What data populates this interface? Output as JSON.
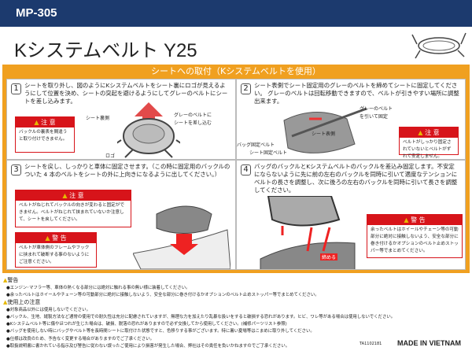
{
  "header": {
    "model": "MP-305",
    "title": "Kシステムベルト Y25"
  },
  "section": {
    "title": "シートへの取付（Kシステムベルトを使用）"
  },
  "steps": [
    {
      "num": "1",
      "text": "シートを取り外し、図のようにKシステムベルトをシート裏にロゴが見えるようにして位置を決め、シートの突起を避けるようにしてグレーのベルトにシートを差し込みます。",
      "labels": [
        "シート裏側",
        "グレーのベルトに",
        "シートを差し込む",
        "ロゴ"
      ],
      "caution": {
        "title": "注 意",
        "text": "バックルの裏表を間違うと取り付けできません。"
      }
    },
    {
      "num": "2",
      "text": "シート表側でシート固定用のグレーのベルトを締めてシートに固定してください。 グレーのベルトは回転移動できますので、ベルトが引きやすい場所に調整出来ます。",
      "labels": [
        "グレーのベルト",
        "を引いて固定",
        "シート表側",
        "バッグ固定ベルト",
        "シート固定ベルト"
      ],
      "caution": {
        "title": "注 意",
        "text": "ベルトがしっかり固定されていないとベルトがずれて安定しません。"
      }
    },
    {
      "num": "3",
      "text": "シートを戻し、しっかりと車体に固定させます。（この時に固定用のバックルのついた 4 本のベルトをシートの外に上向きになるように出してください。）",
      "caution": {
        "title": "注 意",
        "text": "ベルトがねじれてバックルの向きが変わると固定ができません。ベルトがねじれて挟まれていないか注意して、シートを戻してください。"
      },
      "warning": {
        "title": "警 告",
        "text": "ベルトが車体側のフレームやフックに挟まれて破断する事のないようにご注意ください。"
      }
    },
    {
      "num": "4",
      "text": "バッグのバックルとKシステムベルトのバックルを差込み固定します。不安定にならないように先に前の左右のバックルを同時に引いて適度なテンションにベルトの長さを調整し、次に後ろの左右のバックルを同時に引いて長さを調整してください。",
      "labels": [
        "締める"
      ],
      "warning": {
        "title": "警 告",
        "text": "余ったベルトはホイールやチェーン等の可動部分に絶対に接触しないよう、安全な部分に巻き付けるかオプションのベルト止めストッパー等でまとめてください。"
      }
    }
  ],
  "footer": {
    "warning_title": "警告",
    "warnings": [
      "●エンジン･マフラー等、車体の熱くなる部分には絶対に触れる事の無い様に装着してください。",
      "●余ったベルトはホイールやチェーン等の可動部分に絶対に接触しないよう、安全な部分に巻き付けるかオプションのベルト止めストッパー等でまとめてください。"
    ],
    "notes_title": "使用上の注意",
    "notes": [
      "●対象商品以外には使用しないでください。",
      "●バックル、生地、縫製方法など通常の使用での耐久性は充分に配慮されていますが、無理な力を加えたり乱暴な扱いをすると破損する恐れがあります。ヒビ、ワレ等がある場合は使用しないでください。",
      "●Kシステムベルト等に傷やほつれが生じた場合は、破損、脱落の恐れがありますので必ず交換してから使用してください。(補修パーツリスト参照)",
      "●バッグを使用しない時にバッグやベルト等を長時間シートに取付けた状態ですと、色移りする事がございます。特に暑い夏場等はこまめに取り外してください。",
      "●仕様は改良のため、予告なく変更する場合がありますのでご了承ください。",
      "●取扱説明書に書かれている指示及び警告に従わない誤ったご使用により損害が発生した場合、弊社はその責任を負いかねますのでご了承ください。"
    ],
    "code": "TA1102181",
    "made_in": "MADE IN VIETNAM"
  },
  "colors": {
    "navy": "#1c3a6e",
    "orange": "#f0a020",
    "red": "#d7141a"
  }
}
